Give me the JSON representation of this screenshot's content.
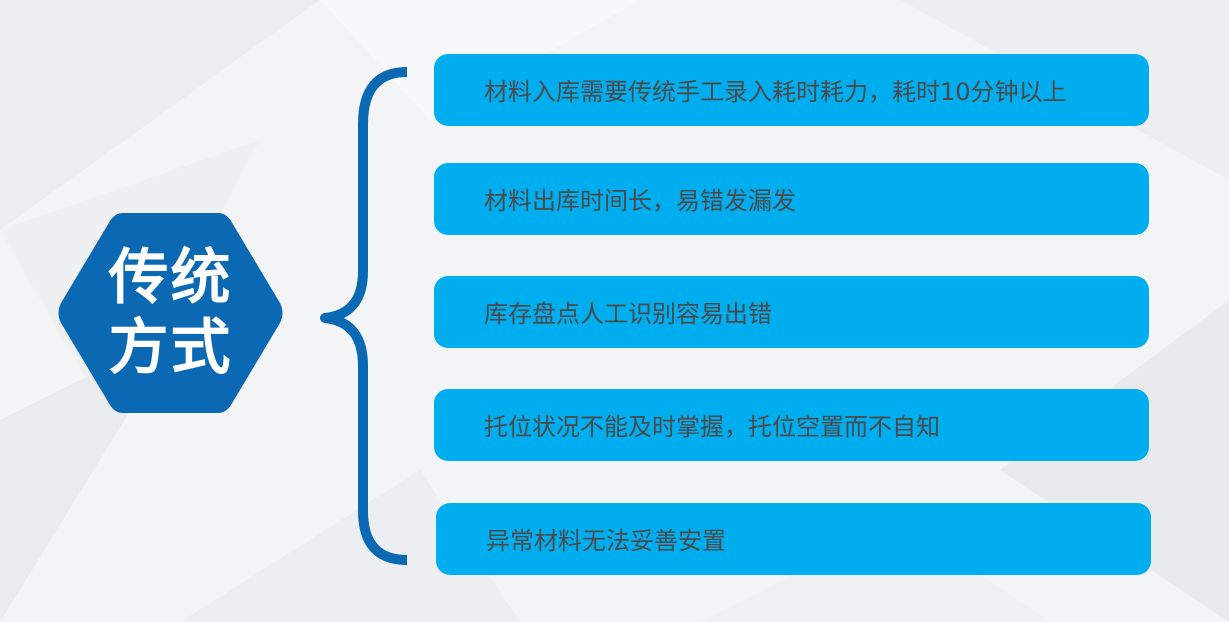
{
  "title": {
    "line1": "传统",
    "line2": "方式"
  },
  "items": [
    {
      "text": "材料入库需要传统手工录入耗时耗力，耗时10分钟以上"
    },
    {
      "text": "材料出库时间长，易错发漏发"
    },
    {
      "text": "库存盘点人工识别容易出错"
    },
    {
      "text": "托位状况不能及时掌握，托位空置而不自知"
    },
    {
      "text": "异常材料无法妥善安置"
    }
  ],
  "colors": {
    "hexagon": "#0b68b3",
    "brace": "#0b68b3",
    "item_fill": "#00aeef",
    "item_text": "#4a4a4a",
    "title_text": "#ffffff"
  }
}
